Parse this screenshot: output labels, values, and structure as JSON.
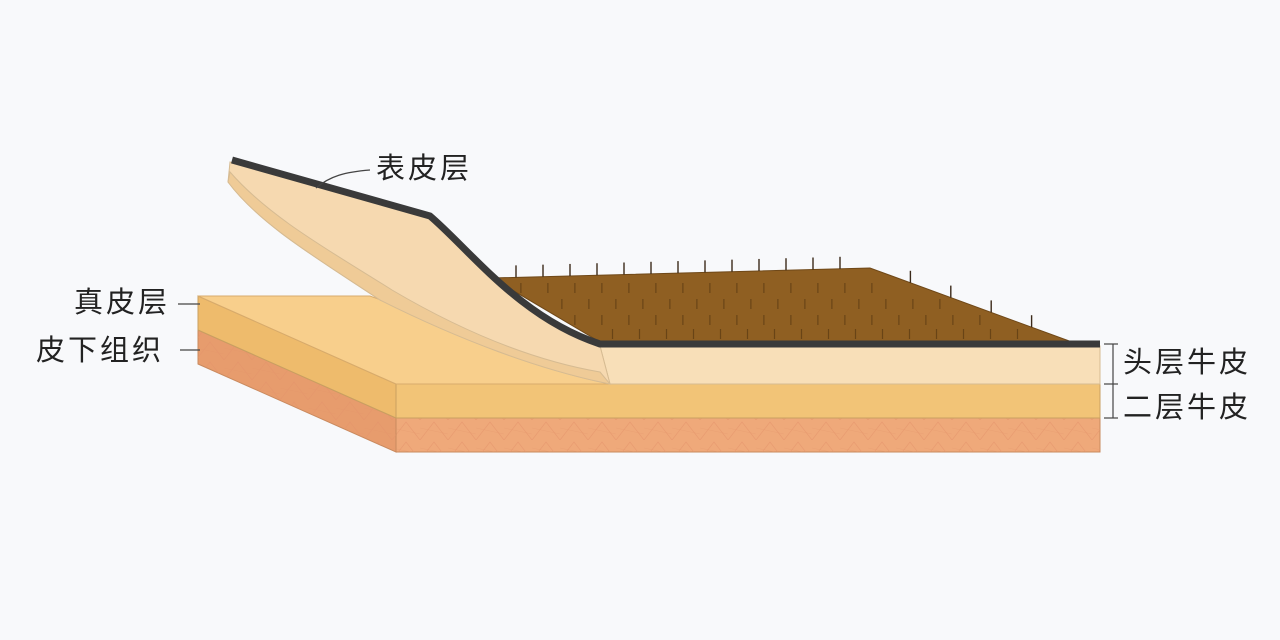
{
  "labels": {
    "epidermis": "表皮层",
    "dermis": "真皮层",
    "subcutaneous": "皮下组织",
    "top_grain": "头层牛皮",
    "split": "二层牛皮"
  },
  "colors": {
    "background": "#f8f9fb",
    "epidermis_edge": "#3a3a3a",
    "top_grain_face": "#f8dfb8",
    "peeled_underside": "#f6d9b0",
    "dermis_top": "#f8cf8c",
    "dermis_front": "#f2c477",
    "subcutaneous_front": "#efa97a",
    "exposed_surface": "#8f5f22",
    "hair_marks": "#3b2a1a"
  }
}
